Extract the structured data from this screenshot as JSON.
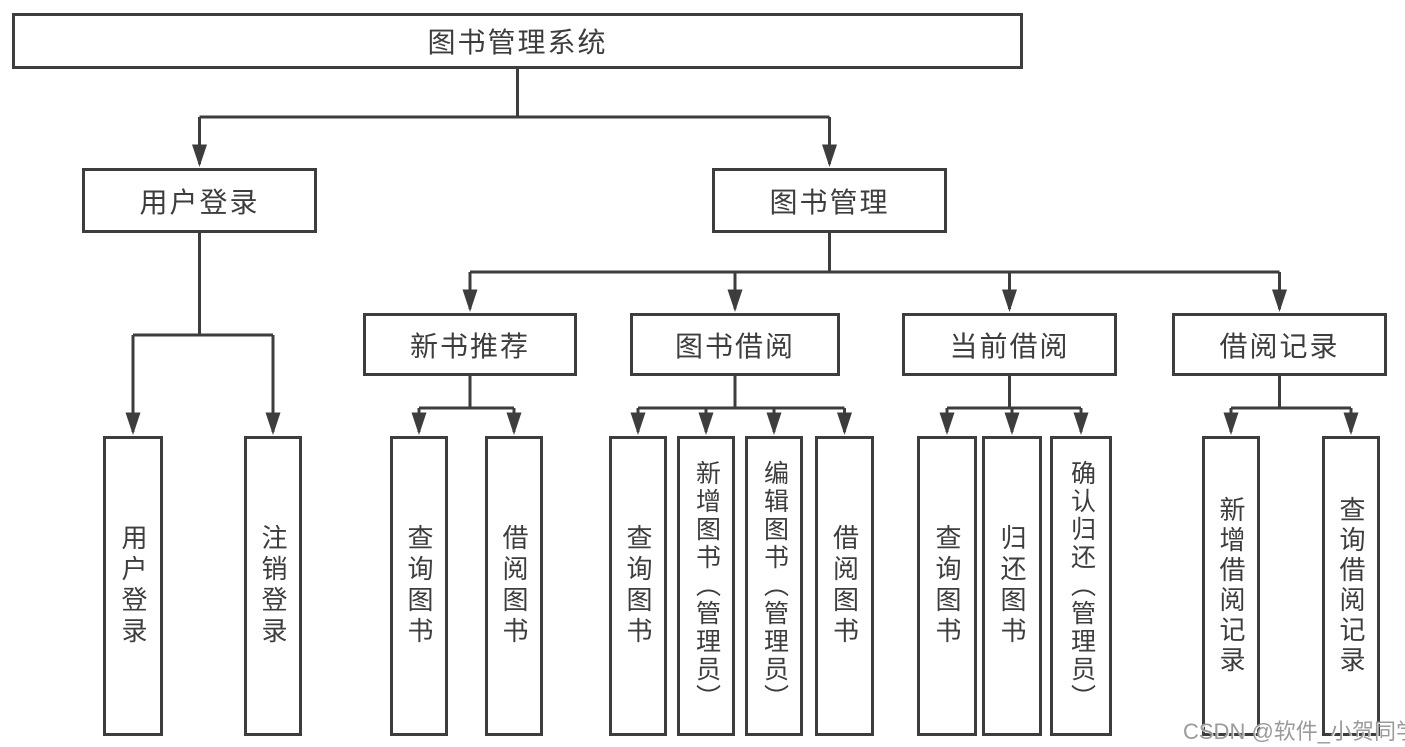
{
  "nodes": {
    "root": {
      "label": "图书管理系统"
    },
    "user_login": {
      "label": "用户登录"
    },
    "book_mgmt": {
      "label": "图书管理"
    },
    "new_books": {
      "label": "新书推荐"
    },
    "book_borrow": {
      "label": "图书借阅"
    },
    "current_borrow": {
      "label": "当前借阅"
    },
    "borrow_records": {
      "label": "借阅记录"
    }
  },
  "leaves": {
    "user_login": {
      "label": "用户登录"
    },
    "logout": {
      "label": "注销登录"
    },
    "nb_query": {
      "label": "查询图书"
    },
    "nb_borrow": {
      "label": "借阅图书"
    },
    "bb_query": {
      "label": "查询图书"
    },
    "bb_add": {
      "label": "新增图书（管理员）"
    },
    "bb_edit": {
      "label": "编辑图书（管理员）"
    },
    "bb_borrow": {
      "label": "借阅图书"
    },
    "cb_query": {
      "label": "查询图书"
    },
    "cb_return": {
      "label": "归还图书"
    },
    "cb_confirm": {
      "label": "确认归还（管理员）"
    },
    "br_add": {
      "label": "新增借阅记录"
    },
    "br_query": {
      "label": "查询借阅记录"
    }
  },
  "hierarchy": {
    "图书管理系统": {
      "用户登录": [
        "用户登录",
        "注销登录"
      ],
      "图书管理": {
        "新书推荐": [
          "查询图书",
          "借阅图书"
        ],
        "图书借阅": [
          "查询图书",
          "新增图书（管理员）",
          "编辑图书（管理员）",
          "借阅图书"
        ],
        "当前借阅": [
          "查询图书",
          "归还图书",
          "确认归还（管理员）"
        ],
        "借阅记录": [
          "新增借阅记录",
          "查询借阅记录"
        ]
      }
    }
  },
  "watermark": {
    "text": "CSDN @软件_小贺同学"
  },
  "colors": {
    "line": "#3d3d3d",
    "text": "#3d3d3d",
    "background": "#ffffff",
    "watermark": "#9b9b9b"
  }
}
